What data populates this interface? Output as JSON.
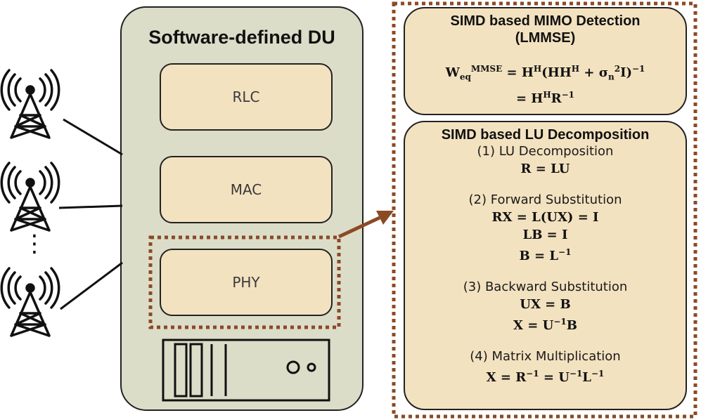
{
  "du": {
    "title": "Software-defined DU",
    "layers": [
      "RLC",
      "MAC",
      "PHY"
    ]
  },
  "antenna_ellipsis": "⋮",
  "mimo_panel": {
    "title_line1": "SIMD based MIMO Detection",
    "title_line2": "(LMMSE)",
    "eq_line1": "W_eq^MMSE = H^H(HH^H + σ_n^2 I)^-1",
    "eq_line2": "= H^H R^-1"
  },
  "lu_panel": {
    "title": "SIMD based LU Decomposition",
    "steps": [
      {
        "label": "(1) LU Decomposition",
        "equations": [
          "R = LU"
        ]
      },
      {
        "label": "(2) Forward Substitution",
        "equations": [
          "RX = L(UX) = I",
          "LB = I",
          "B = L^-1"
        ]
      },
      {
        "label": "(3) Backward Substitution",
        "equations": [
          "UX = B",
          "X = U^-1 B"
        ]
      },
      {
        "label": "(4) Matrix Multiplication",
        "equations": [
          "X = R^-1 = U^-1 L^-1"
        ]
      }
    ]
  },
  "colors": {
    "du_fill": "#dcddc9",
    "box_fill": "#f3e2c0",
    "dotted_border": "#8b4a25",
    "arrow": "#8b4a25",
    "outline": "#222222"
  }
}
